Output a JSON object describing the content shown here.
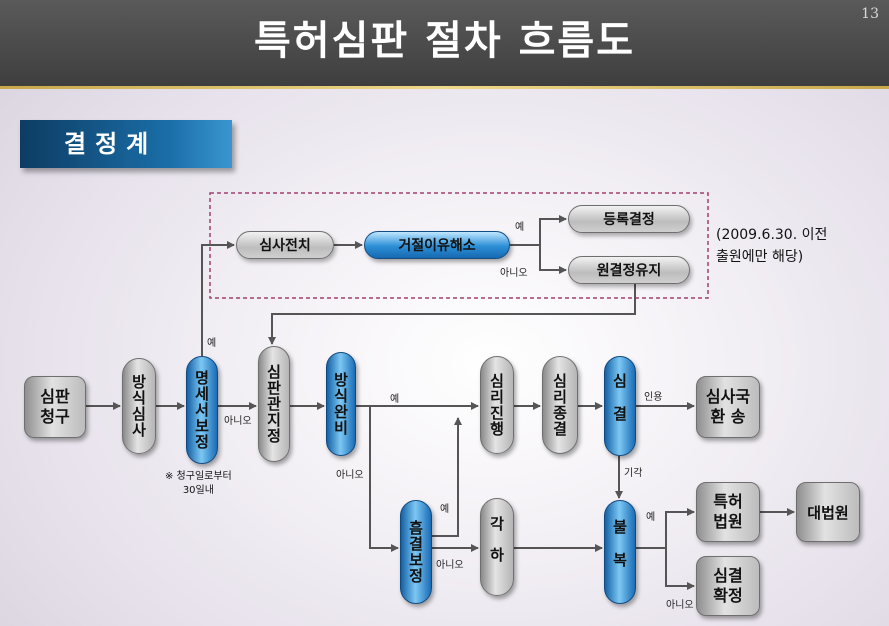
{
  "page": {
    "title": "특허심판 절차 흐름도",
    "number": "13"
  },
  "section": {
    "label": "결정계"
  },
  "nodes": {
    "simpan_cheonggu": {
      "line1": "심판",
      "line2": "청구"
    },
    "bangsik_simsa": "방식심사",
    "myeongse_bojeong": "명세서보정",
    "simpan_gwanji": "심판관지정",
    "bangsik_wanbi": "방식완비",
    "simri_jinhaeng": "심리진행",
    "simri_jonggyeol": "심리종결",
    "simgyeol": "심결",
    "simsaguk_hwanson": {
      "line1": "심사국",
      "line2": "환 송"
    },
    "boejeong_myeongryeong": "흠결보정",
    "gakha": "각하",
    "bulbok": "불복",
    "teukheo_beobwon": {
      "line1": "특허",
      "line2": "법원"
    },
    "daebeobwon": "대법원",
    "simgyeol_hwakjeong": {
      "line1": "심결",
      "line2": "확정"
    },
    "simsa_jeonchi": "심사전치",
    "geojeol_iyu": "거절이유해소",
    "deungrok_gyeoljeong": "등록결정",
    "wongyeoljeong_yuji": "원결정유지"
  },
  "labels": {
    "yes_top": "예",
    "no_top": "아니오",
    "yes_left": "예",
    "no_bojeong": "아니오",
    "yes_wanbi": "예",
    "no_wanbi": "아니오",
    "yes_bojeong2": "예",
    "no_bojeong2": "아니오",
    "inyong": "인용",
    "gigak": "기각",
    "yes_bulbok": "예",
    "no_bulbok": "아니오"
  },
  "note": {
    "line1": "(2009.6.30. 이전",
    "line2": "출원에만 해당)"
  },
  "footnote": {
    "line1": "※ 청구일로부터",
    "line2": "30일내"
  },
  "colors": {
    "title_bg": "#4a4a4a",
    "accent_gold": "#d9bf6a",
    "section_blue": "#1a6ea8",
    "dashed_box": "#a04070"
  }
}
